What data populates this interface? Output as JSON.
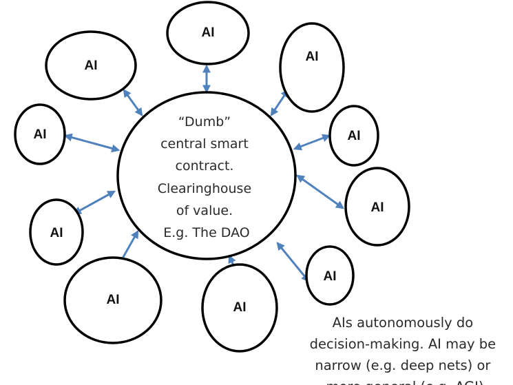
{
  "diagram": {
    "center": {
      "lines": [
        "“Dumb”",
        "central smart",
        "contract.",
        "Clearinghouse",
        "of value.",
        "E.g. The DAO"
      ]
    },
    "nodes": [
      {
        "label": "AI"
      },
      {
        "label": "AI"
      },
      {
        "label": "AI"
      },
      {
        "label": "AI"
      },
      {
        "label": "AI"
      },
      {
        "label": "AI"
      },
      {
        "label": "AI"
      },
      {
        "label": "AI"
      },
      {
        "label": "AI"
      },
      {
        "label": "AI"
      }
    ],
    "note": {
      "lines": [
        "AIs autonomously do",
        "decision-making. AI may be",
        "narrow (e.g. deep nets) or",
        "more general (e.g. AGI)"
      ]
    },
    "colors": {
      "arrow": "#4f81bd",
      "outline": "#000000"
    }
  }
}
